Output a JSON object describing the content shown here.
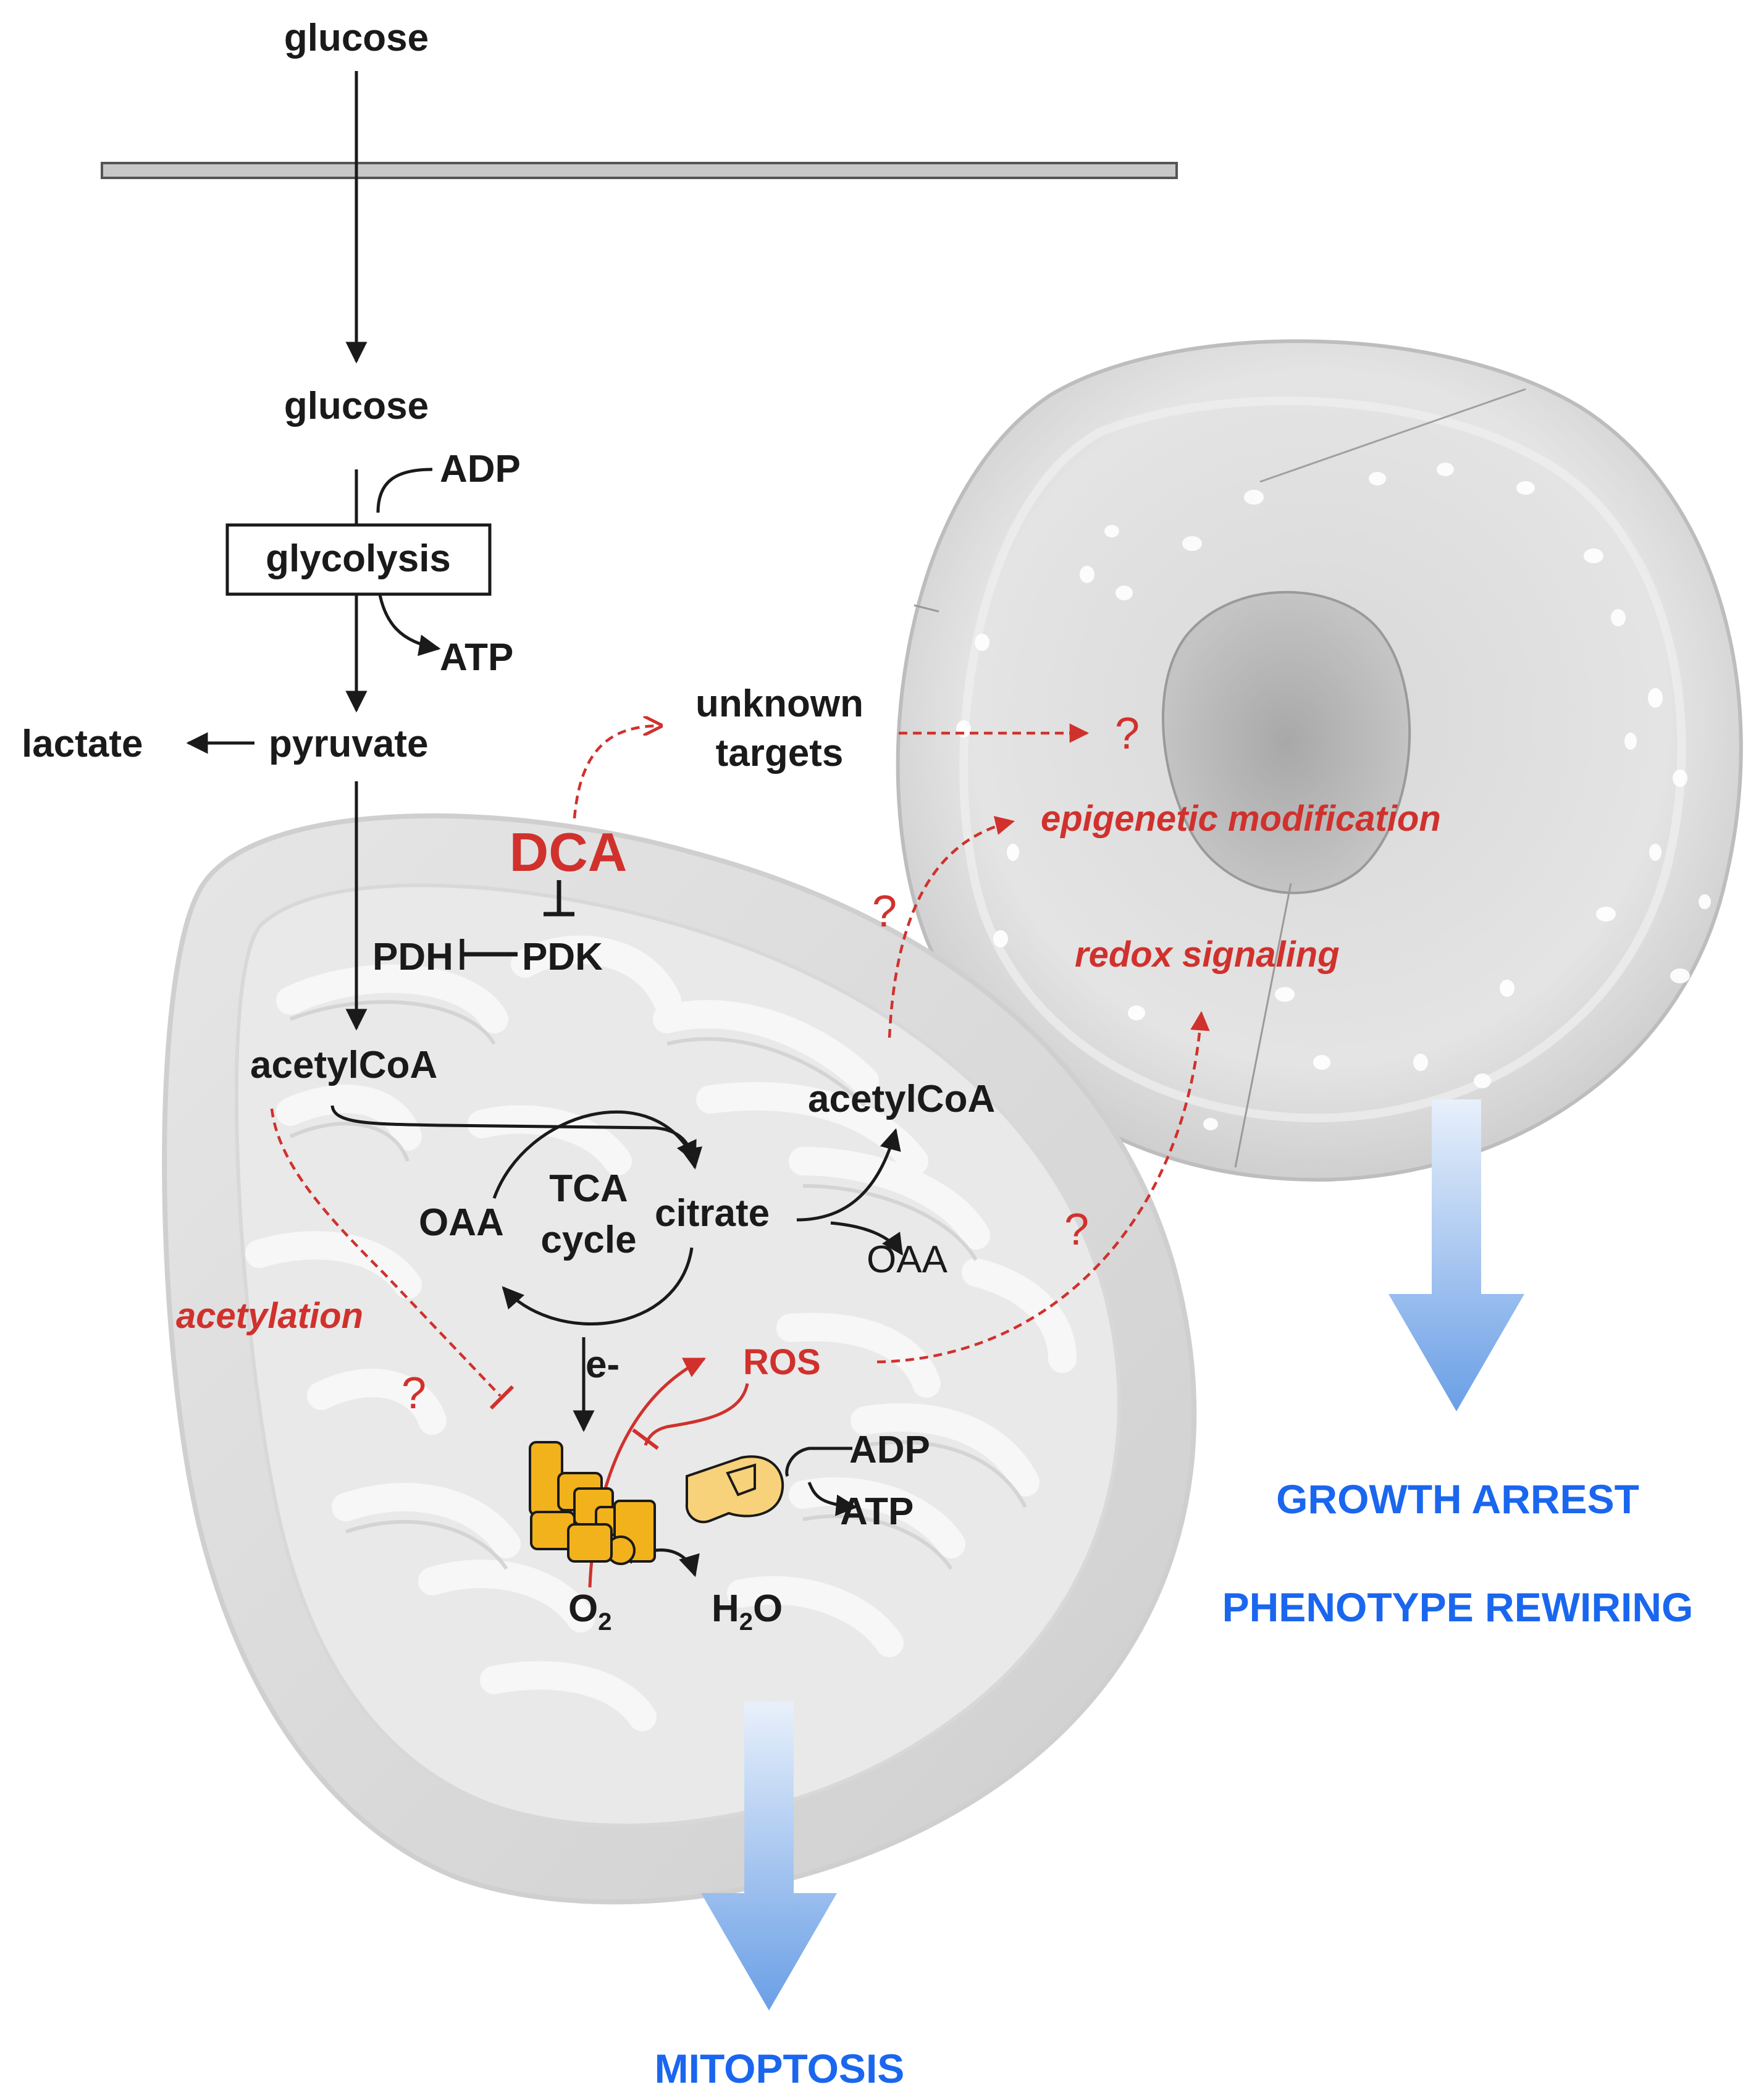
{
  "labels": {
    "glucose_out": "glucose",
    "glucose_in": "glucose",
    "adp_glyco": "ADP",
    "glycolysis": "glycolysis",
    "atp_glyco": "ATP",
    "lactate": "lactate",
    "pyruvate": "pyruvate",
    "unknown": "unknown",
    "targets": "targets",
    "dca": "DCA",
    "pdh": "PDH",
    "pdk": "PDK",
    "acetylcoa_mito": "acetylCoA",
    "acetylcoa_cyto": "acetylCoA",
    "tca": "TCA",
    "cycle": "cycle",
    "oaa_left": "OAA",
    "citrate": "citrate",
    "oaa_right": "OAA",
    "acetylation": "acetylation",
    "e_minus": "e-",
    "ros": "ROS",
    "adp_atpsyn": "ADP",
    "atp_atpsyn": "ATP",
    "o2": "O",
    "o2_sub": "2",
    "h2o_h": "H",
    "h2o_sub": "2",
    "h2o_o": "O",
    "epigenetic": "epigenetic modification",
    "redox": "redox signaling",
    "q": "?"
  },
  "outcomes": {
    "growth_arrest": "GROWTH ARREST",
    "phenotype": "PHENOTYPE REWIRING",
    "mitoptosis": "MITOPTOSIS"
  },
  "colors": {
    "text": "#1a1a1a",
    "red": "#d0312d",
    "blue": "#1a66ee",
    "membrane": "#c8c8c8",
    "complex": "#f2b21c",
    "atp_synthase": "#f7d27a"
  }
}
